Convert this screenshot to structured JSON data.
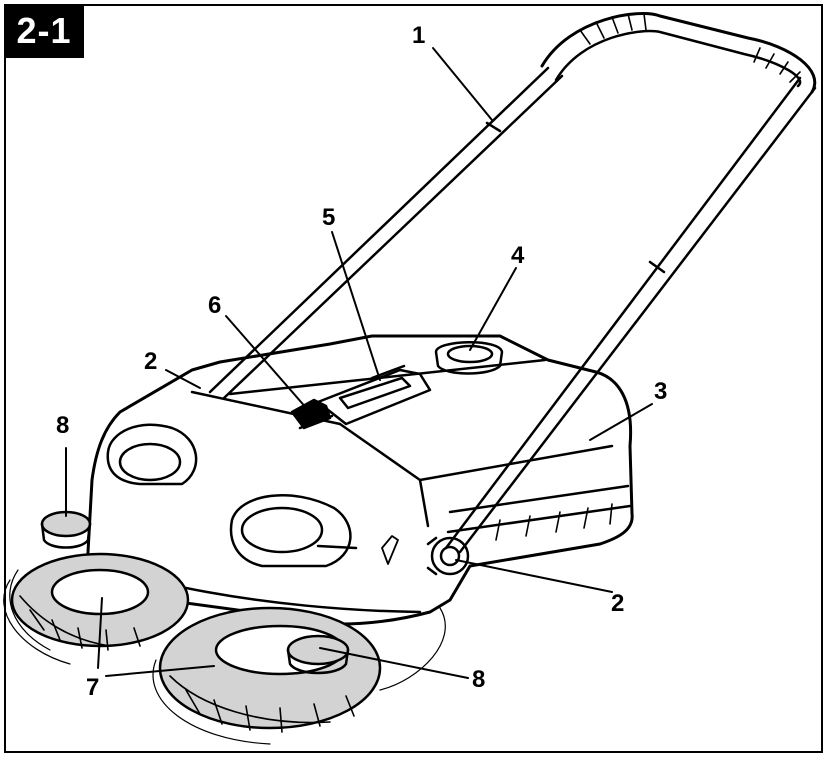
{
  "figure": {
    "number": "2-1"
  },
  "callouts": [
    {
      "id": "c1",
      "text": "1"
    },
    {
      "id": "c2a",
      "text": "2"
    },
    {
      "id": "c2b",
      "text": "2"
    },
    {
      "id": "c3",
      "text": "3"
    },
    {
      "id": "c4",
      "text": "4"
    },
    {
      "id": "c5",
      "text": "5"
    },
    {
      "id": "c6",
      "text": "6"
    },
    {
      "id": "c7",
      "text": "7"
    },
    {
      "id": "c8a",
      "text": "8"
    },
    {
      "id": "c8b",
      "text": "8"
    }
  ]
}
